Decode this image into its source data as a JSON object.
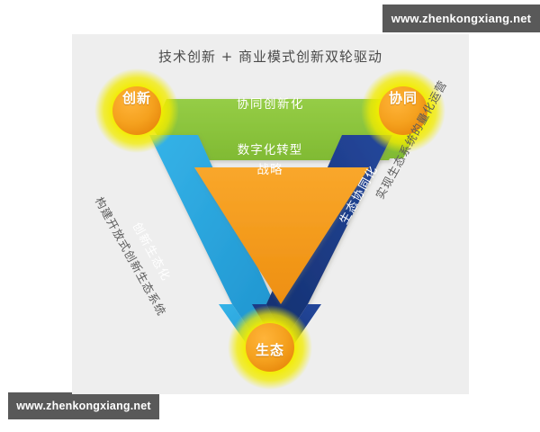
{
  "watermarks": {
    "top": "www.zhenkongxiang.net",
    "bottom": "www.zhenkongxiang.net"
  },
  "diagram": {
    "title": "技术创新 + 商业模式创新双轮驱动",
    "center": "数字化转型\n战略",
    "center_line1": "数字化转型",
    "center_line2": "战略",
    "nodes": [
      {
        "id": "innovation",
        "label": "创新",
        "color": "#f5a11e",
        "glow": "#f2ec00"
      },
      {
        "id": "synergy",
        "label": "协同",
        "color": "#f5a11e",
        "glow": "#f2ec00"
      },
      {
        "id": "ecology",
        "label": "生态",
        "color": "#f5a11e",
        "glow": "#f2ec00"
      }
    ],
    "bands": [
      {
        "id": "top",
        "label": "协同创新化",
        "color": "#8cc63e"
      },
      {
        "id": "left",
        "label": "创新生态化",
        "color": "#2fa8e0"
      },
      {
        "id": "right",
        "label": "生态协同化",
        "color": "#1e3d8f"
      }
    ],
    "outer_labels": [
      {
        "id": "left",
        "text": "构建开放式创新生态系统"
      },
      {
        "id": "right",
        "text": "实现生态系统的量化运营"
      }
    ],
    "colors": {
      "canvas": "#eeeeee",
      "green": "#8cc63e",
      "light_blue": "#2fa8e0",
      "dark_blue": "#1e3d8f",
      "orange": "#f5a11e",
      "yellow_glow": "#f2ec00",
      "title_text": "#4a4a4a",
      "outer_text": "#5b5b5b",
      "watermark_bg": "#595959"
    }
  }
}
